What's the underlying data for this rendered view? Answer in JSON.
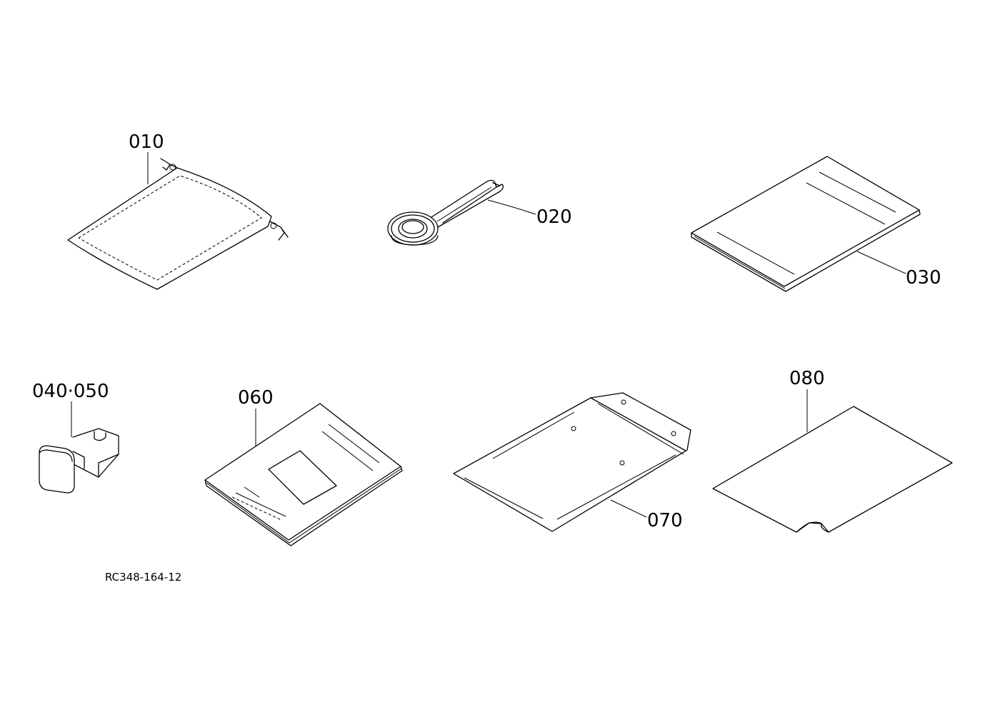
{
  "parts": [
    {
      "id": "010",
      "label": "010",
      "item": "drawstring-bag"
    },
    {
      "id": "020",
      "label": "020",
      "item": "spanner-wrench"
    },
    {
      "id": "030",
      "label": "030",
      "item": "manual-booklet"
    },
    {
      "id": "040-050",
      "label": "040·050",
      "item": "cap-plug"
    },
    {
      "id": "060",
      "label": "060",
      "item": "instruction-booklet"
    },
    {
      "id": "070",
      "label": "070",
      "item": "document-envelope"
    },
    {
      "id": "080",
      "label": "080",
      "item": "label-sticker"
    }
  ],
  "reference_code": "RC348-164-12"
}
